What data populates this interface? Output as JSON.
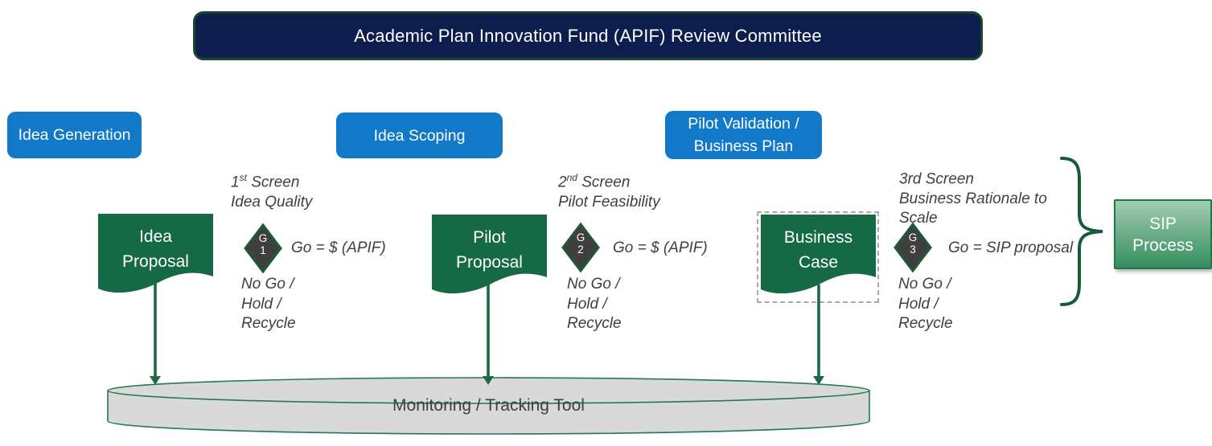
{
  "banner": {
    "title": "Academic Plan Innovation Fund (APIF) Review Committee"
  },
  "stages": [
    {
      "label": "Idea Generation"
    },
    {
      "label": "Idea Scoping"
    },
    {
      "label1": "Pilot Validation /",
      "label2": "Business Plan"
    }
  ],
  "docs": [
    {
      "line1": "Idea",
      "line2": "Proposal"
    },
    {
      "line1": "Pilot",
      "line2": "Proposal"
    },
    {
      "line1": "Business",
      "line2": "Case"
    }
  ],
  "gates": [
    {
      "letter": "G",
      "number": "1"
    },
    {
      "letter": "G",
      "number": "2"
    },
    {
      "letter": "G",
      "number": "3"
    }
  ],
  "screens": [
    {
      "ord": "1",
      "sup": "st",
      "rest": " Screen",
      "line2": "Idea Quality"
    },
    {
      "ord": "2",
      "sup": "nd",
      "rest": " Screen",
      "line2": "Pilot Feasibility"
    },
    {
      "ord": "3rd",
      "sup": "",
      "rest": " Screen",
      "line2": "Business Rationale to",
      "line3": "Scale"
    }
  ],
  "go_labels": [
    "Go = $ (APIF)",
    "Go = $ (APIF)",
    "Go = SIP proposal"
  ],
  "nogo": {
    "line1": "No Go /",
    "line2": "Hold /",
    "line3": "Recycle"
  },
  "sip": {
    "line1": "SIP",
    "line2": "Process"
  },
  "cylinder": {
    "label": "Monitoring / Tracking Tool"
  },
  "colors": {
    "banner_navy": "#0d1d4e",
    "banner_border_green": "#17482b",
    "stage_blue": "#1179c8",
    "doc_green": "#156a45",
    "gate_fill": "#3f3f3f",
    "gate_border": "#1c5b36",
    "annotation_gray": "#3f3f3f",
    "arrow_green": "#1a6b44",
    "cylinder_fill": "#d9d9d9",
    "cylinder_stroke": "#217a50",
    "sip_gradient_top": "#a3cdb3",
    "sip_gradient_bottom": "#348d5f"
  }
}
